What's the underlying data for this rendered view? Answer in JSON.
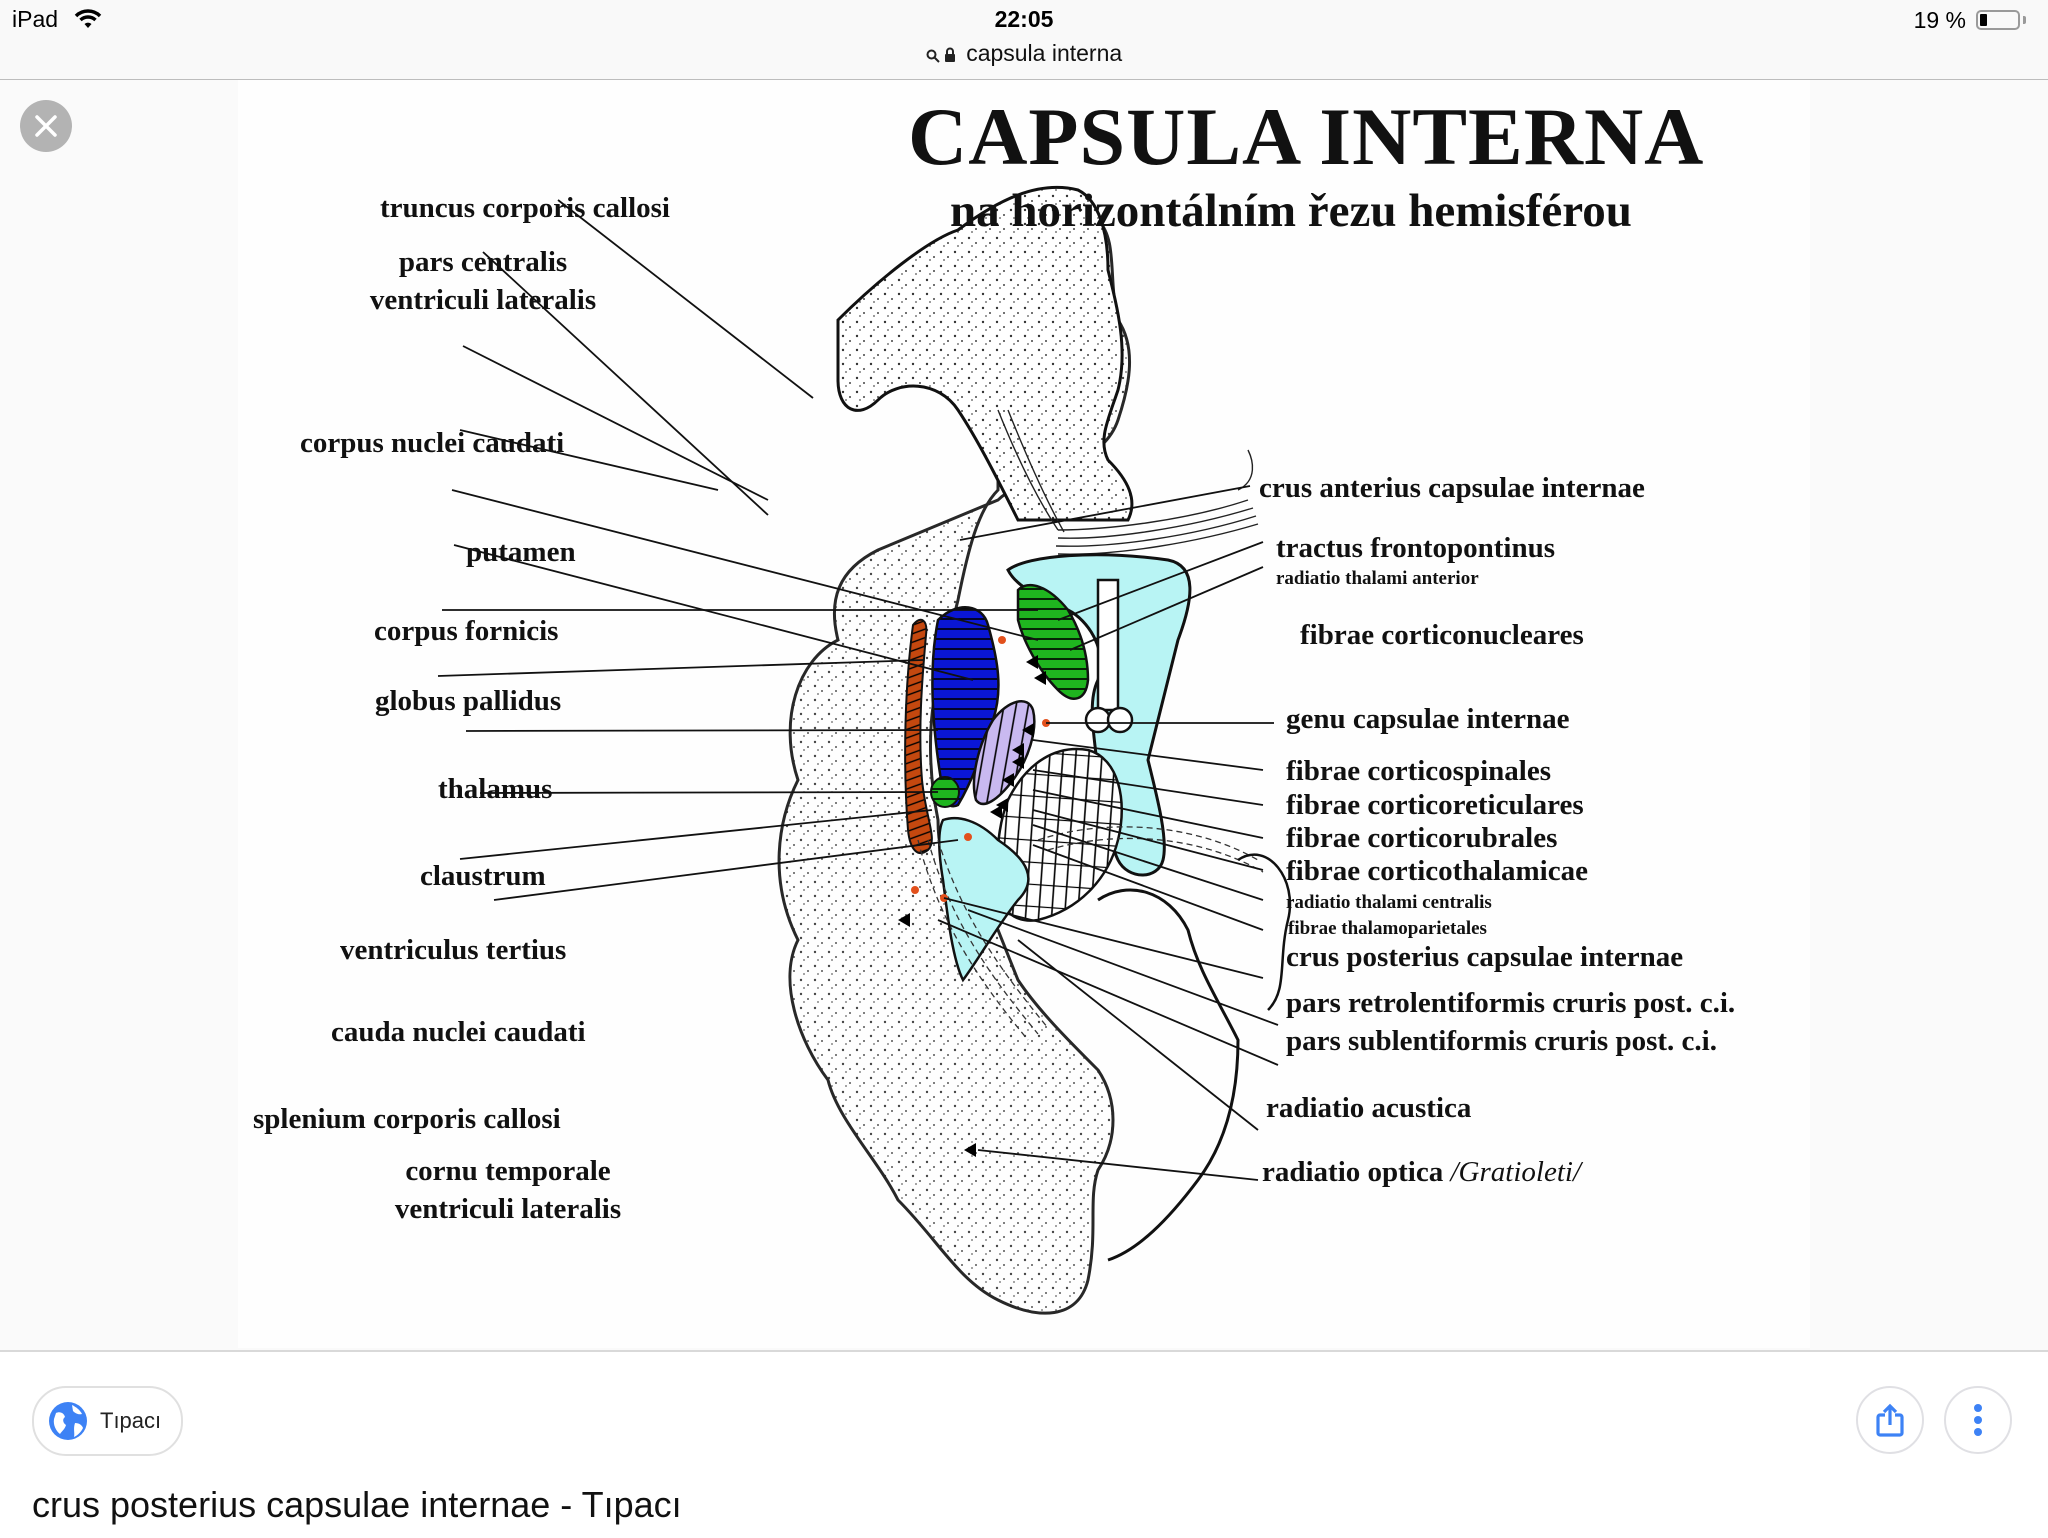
{
  "statusbar": {
    "device": "iPad",
    "time": "22:05",
    "url": "capsula interna",
    "battery_text": "19 %",
    "battery_level": 0.19
  },
  "viewer": {
    "close_icon": "close-icon"
  },
  "figure": {
    "title": "CAPSULA INTERNA",
    "subtitle": "na horizontálním řezu hemisférou",
    "left_labels": [
      "truncus corporis callosi",
      "pars centralis",
      "ventriculi lateralis",
      "corpus nuclei caudati",
      "putamen",
      "corpus fornicis",
      "globus pallidus",
      "thalamus",
      "claustrum",
      "ventriculus tertius",
      "cauda nuclei caudati",
      "splenium corporis callosi",
      "cornu temporale",
      "ventriculi lateralis"
    ],
    "right_labels": [
      "crus anterius capsulae internae",
      "tractus frontopontinus",
      "radiatio thalami anterior",
      "fibrae corticonucleares",
      "genu capsulae internae",
      "fibrae corticospinales",
      "fibrae corticoreticulares",
      "fibrae corticorubrales",
      "fibrae corticothalamicae",
      "radiatio thalami centralis",
      "fibrae thalamoparietales",
      "crus posterius capsulae internae",
      "pars retrolentiformis cruris post. c.i.",
      "pars sublentiformis cruris post. c.i.",
      "radiatio acustica",
      "radiatio optica",
      "/Gratioleti/"
    ],
    "colors": {
      "putamen": "#0a16d6",
      "globus_pallidus": "#c9b9f0",
      "caudate": "#1fb51f",
      "claustrum": "#c4480f",
      "ventricle": "#b8f4f4",
      "marker": "#e2501c"
    }
  },
  "bottom": {
    "source_name": "Tıpacı",
    "caption": "crus posterius capsulae internae - Tıpacı",
    "accent": "#3d82f5"
  }
}
